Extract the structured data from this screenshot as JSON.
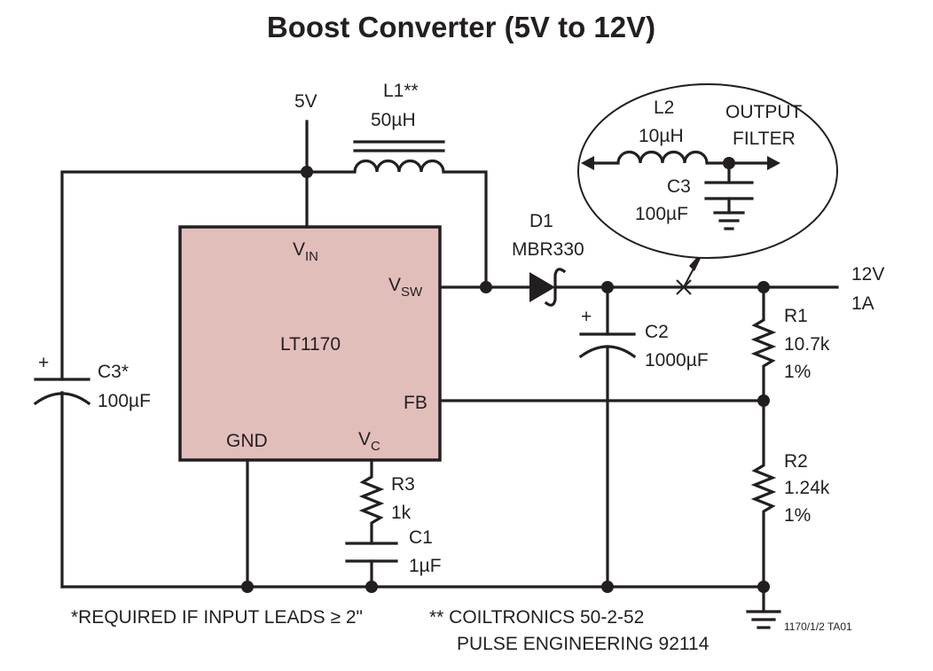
{
  "title": "Boost Converter (5V to 12V)",
  "colors": {
    "ic_fill": "#e2bebb",
    "ink": "#231f20"
  },
  "input": {
    "label": "5V"
  },
  "ic": {
    "name": "LT1170",
    "pins": {
      "vin_main": "V",
      "vin_sub": "IN",
      "vsw_main": "V",
      "vsw_sub": "SW",
      "fb": "FB",
      "gnd": "GND",
      "vc_main": "V",
      "vc_sub": "C"
    }
  },
  "l1": {
    "ref": "L1**",
    "value": "50µH"
  },
  "d1": {
    "ref": "D1",
    "part": "MBR330"
  },
  "c2": {
    "ref": "C2",
    "value": "1000µF",
    "polarity": "+"
  },
  "c3_input": {
    "ref": "C3*",
    "value": "100µF",
    "polarity": "+"
  },
  "r1": {
    "ref": "R1",
    "value": "10.7k",
    "tolerance": "1%"
  },
  "r2": {
    "ref": "R2",
    "value": "1.24k",
    "tolerance": "1%"
  },
  "r3": {
    "ref": "R3",
    "value": "1k"
  },
  "c1": {
    "ref": "C1",
    "value": "1µF"
  },
  "output": {
    "voltage": "12V",
    "current": "1A"
  },
  "output_filter": {
    "title_line1": "OUTPUT",
    "title_line2": "FILTER",
    "l2_ref": "L2",
    "l2_value": "10µH",
    "c3_ref": "C3",
    "c3_value": "100µF"
  },
  "notes": {
    "required": "*REQUIRED IF INPUT LEADS ≥ 2\"",
    "coiltronics": "** COILTRONICS 50-2-52",
    "pulse": "PULSE ENGINEERING 92114"
  },
  "figure_id": "1170/1/2 TA01"
}
